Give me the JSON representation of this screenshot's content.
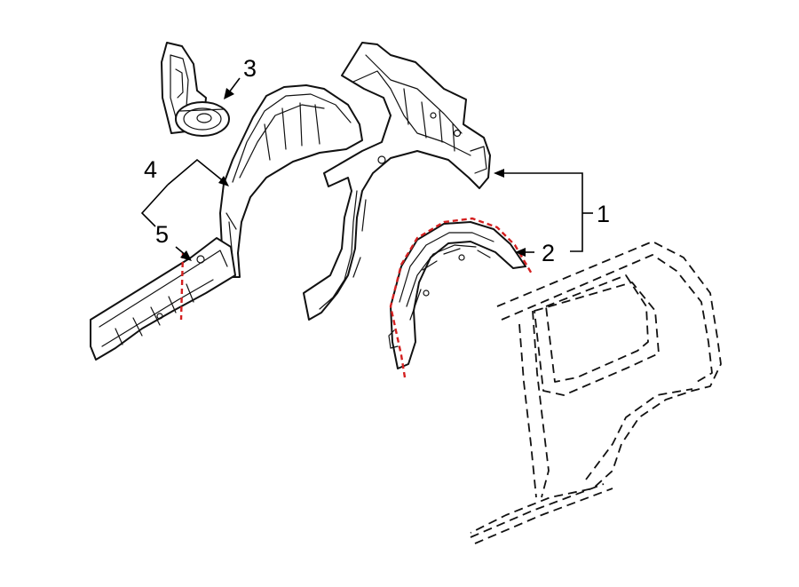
{
  "callouts": {
    "c1": "1",
    "c2": "2",
    "c3": "3",
    "c4": "4",
    "c5": "5"
  },
  "colors": {
    "line": "#111111",
    "cut_line": "#d42020",
    "background": "#ffffff"
  }
}
